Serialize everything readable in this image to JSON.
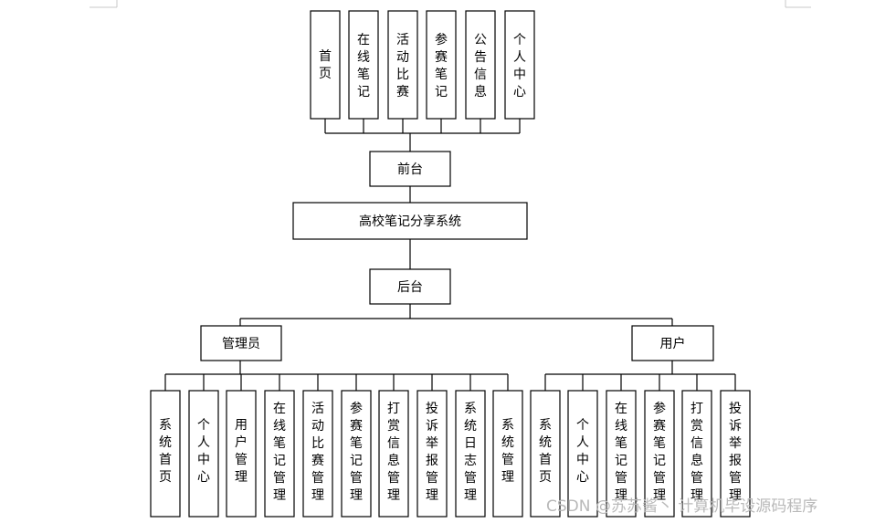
{
  "root": "高校笔记分享系统",
  "front": {
    "label": "前台",
    "children": [
      "首页",
      "在线笔记",
      "活动比赛",
      "参赛笔记",
      "公告信息",
      "个人中心"
    ]
  },
  "back": {
    "label": "后台",
    "admin": {
      "label": "管理员",
      "children": [
        "系统首页",
        "个人中心",
        "用户管理",
        "在线笔记管理",
        "活动比赛管理",
        "参赛笔记管理",
        "打赏信息管理",
        "投诉举报管理",
        "系统日志管理",
        "系统管理"
      ]
    },
    "user": {
      "label": "用户",
      "children": [
        "系统首页",
        "个人中心",
        "在线笔记管理",
        "参赛笔记管理",
        "打赏信息管理",
        "投诉举报管理"
      ]
    }
  },
  "watermark": "CSDN @苏苏酱丶 计算机毕设源码程序"
}
